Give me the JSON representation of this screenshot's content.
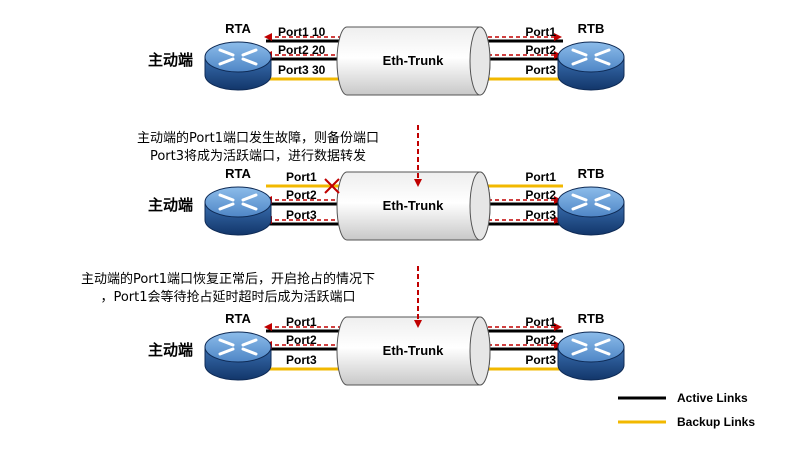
{
  "colors": {
    "active": "#000000",
    "backup": "#f2b800",
    "arrow": "#c00000",
    "router_dark": "#1e4a86",
    "router_light": "#6a9fd8"
  },
  "panels": [
    {
      "left_router": "RTA",
      "right_router": "RTB",
      "side_label": "主动端",
      "trunk_label": "Eth-Trunk",
      "left_ports": [
        "Port1 10",
        "Port2 20",
        "Port3 30"
      ],
      "right_ports": [
        "Port1",
        "Port2",
        "Port3"
      ],
      "link_states": [
        "active",
        "active",
        "backup"
      ],
      "failed_port": ""
    },
    {
      "left_router": "RTA",
      "right_router": "RTB",
      "side_label": "主动端",
      "trunk_label": "Eth-Trunk",
      "left_ports": [
        "Port1",
        "Port2",
        "Port3"
      ],
      "right_ports": [
        "Port1",
        "Port2",
        "Port3"
      ],
      "link_states": [
        "backup",
        "active",
        "active"
      ],
      "failed_port": "Port1"
    },
    {
      "left_router": "RTA",
      "right_router": "RTB",
      "side_label": "主动端",
      "trunk_label": "Eth-Trunk",
      "left_ports": [
        "Port1",
        "Port2",
        "Port3"
      ],
      "right_ports": [
        "Port1",
        "Port2",
        "Port3"
      ],
      "link_states": [
        "active",
        "active",
        "backup"
      ],
      "failed_port": ""
    }
  ],
  "transitions": [
    [
      "主动端的Port1端口发生故障，则备份端口",
      "Port3将成为活跃端口，进行数据转发"
    ],
    [
      "主动端的Port1端口恢复正常后，开启抢占的情况下",
      "，Port1会等待抢占延时超时后成为活跃端口"
    ]
  ],
  "legend": [
    {
      "label": "Active Links",
      "state": "active"
    },
    {
      "label": "Backup Links",
      "state": "backup"
    }
  ]
}
